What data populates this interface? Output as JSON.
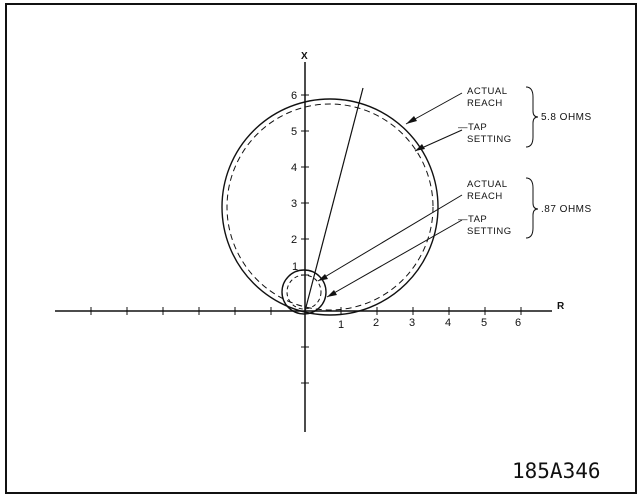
{
  "diagram": {
    "axis_labels": {
      "x_axis": "R",
      "y_axis": "X"
    },
    "x_ticks": [
      "1",
      "2",
      "3",
      "4",
      "5",
      "6"
    ],
    "y_ticks": [
      "1",
      "2",
      "3",
      "4",
      "5",
      "6"
    ],
    "callouts": [
      {
        "actual_reach": [
          "ACTUAL",
          "REACH"
        ],
        "tap_setting": [
          "—TAP",
          "SETTING"
        ],
        "value": "5.8 OHMS"
      },
      {
        "actual_reach": [
          "ACTUAL",
          "REACH"
        ],
        "tap_setting": [
          "—TAP",
          "SETTING"
        ],
        "value": ".87 OHMS"
      }
    ],
    "drawing_number": "185A346"
  }
}
